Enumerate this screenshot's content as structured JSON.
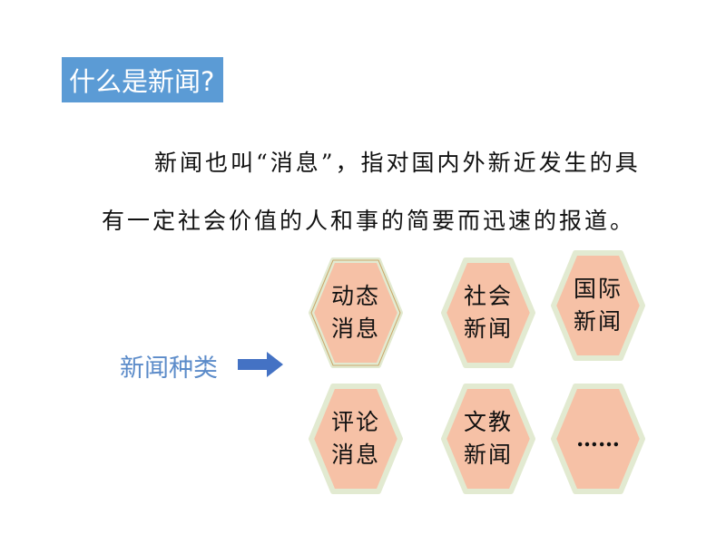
{
  "title": "什么是新闻?",
  "paragraph": "新闻也叫“消息”，指对国内外新近发生的具有一定社会价值的人和事的简要而迅速的报道。",
  "types_label": "新闻种类",
  "colors": {
    "title_bg": "#5b9bd5",
    "label": "#5b8bc9",
    "arrow": "#4472c4",
    "hex_fill": "#f6c1a6",
    "hex_border": "#e2ead1"
  },
  "news_types": [
    {
      "line1": "动态",
      "line2": "消息"
    },
    {
      "line1": "社会",
      "line2": "新闻"
    },
    {
      "line1": "国际",
      "line2": "新闻"
    },
    {
      "line1": "评论",
      "line2": "消息"
    },
    {
      "line1": "文教",
      "line2": "新闻"
    },
    {
      "line1": "……",
      "line2": ""
    }
  ]
}
